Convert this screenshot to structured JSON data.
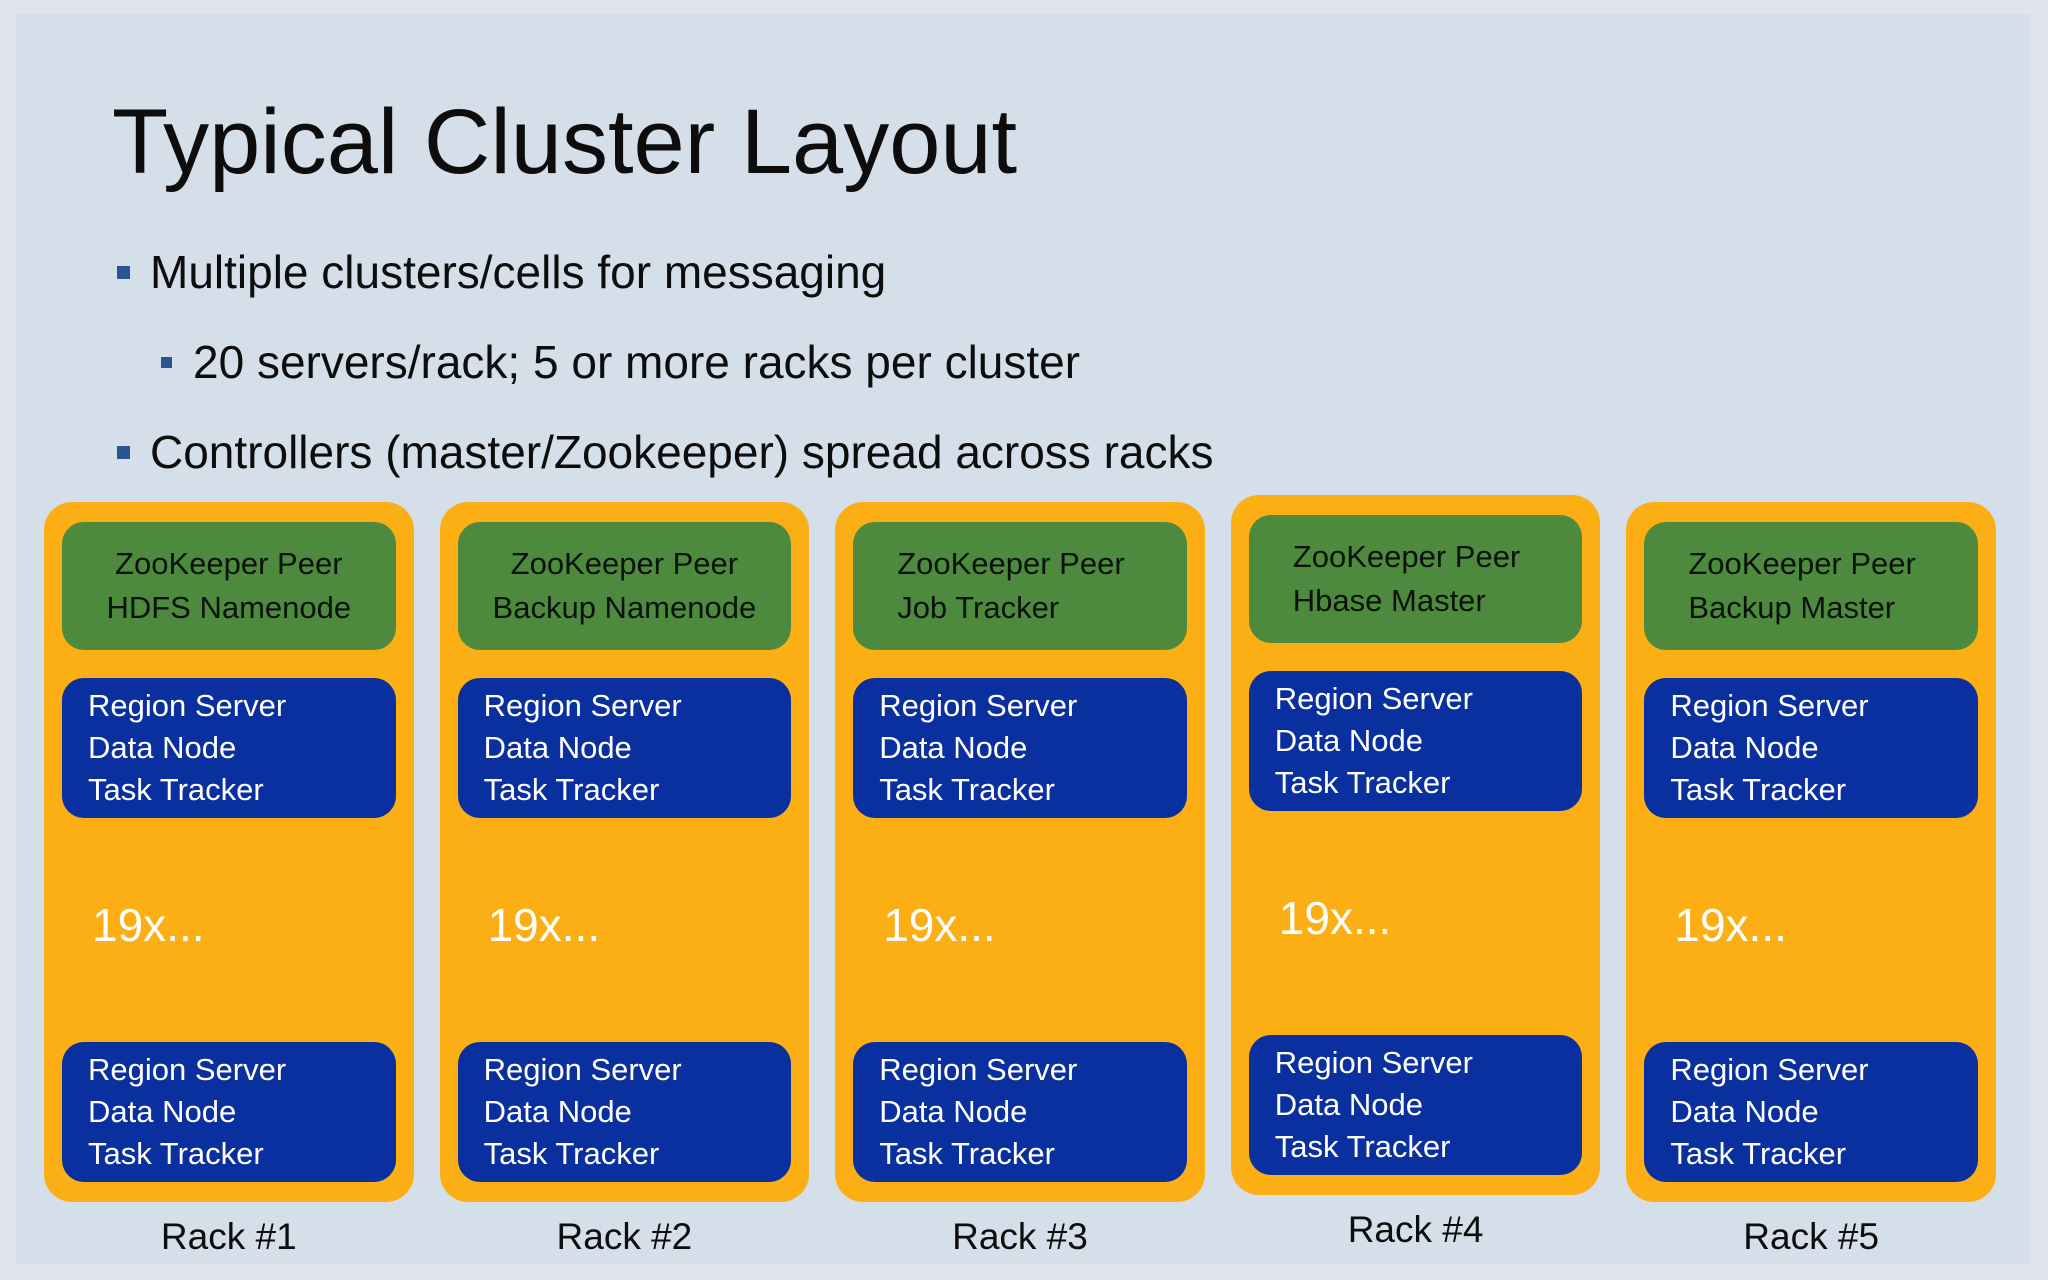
{
  "slide": {
    "title": "Typical Cluster Layout",
    "bullets": [
      {
        "level": 1,
        "text": "Multiple clusters/cells for messaging"
      },
      {
        "level": 2,
        "text": "20 servers/rack; 5 or more racks per cluster"
      },
      {
        "level": 1,
        "text": "Controllers (master/Zookeeper) spread across racks"
      }
    ]
  },
  "diagram": {
    "racks": [
      {
        "label": "Rack #1",
        "controller_lines": [
          "ZooKeeper Peer",
          "HDFS Namenode"
        ],
        "worker_top_lines": [
          "Region Server",
          "Data Node",
          "Task Tracker"
        ],
        "repeat_label": "19x...",
        "worker_bottom_lines": [
          "Region Server",
          "Data Node",
          "Task Tracker"
        ]
      },
      {
        "label": "Rack #2",
        "controller_lines": [
          "ZooKeeper Peer",
          "Backup Namenode"
        ],
        "worker_top_lines": [
          "Region Server",
          "Data Node",
          "Task Tracker"
        ],
        "repeat_label": "19x...",
        "worker_bottom_lines": [
          "Region Server",
          "Data Node",
          "Task Tracker"
        ]
      },
      {
        "label": "Rack #3",
        "controller_lines": [
          "ZooKeeper Peer",
          "Job Tracker"
        ],
        "worker_top_lines": [
          "Region Server",
          "Data Node",
          "Task Tracker"
        ],
        "repeat_label": "19x...",
        "worker_bottom_lines": [
          "Region Server",
          "Data Node",
          "Task Tracker"
        ]
      },
      {
        "label": "Rack #4",
        "controller_lines": [
          "ZooKeeper Peer",
          "Hbase Master"
        ],
        "worker_top_lines": [
          "Region Server",
          "Data Node",
          "Task Tracker"
        ],
        "repeat_label": "19x...",
        "worker_bottom_lines": [
          "Region Server",
          "Data Node",
          "Task Tracker"
        ]
      },
      {
        "label": "Rack #5",
        "controller_lines": [
          "ZooKeeper Peer",
          "Backup Master"
        ],
        "worker_top_lines": [
          "Region Server",
          "Data Node",
          "Task Tracker"
        ],
        "repeat_label": "19x...",
        "worker_bottom_lines": [
          "Region Server",
          "Data Node",
          "Task Tracker"
        ]
      }
    ]
  },
  "colors": {
    "page_border": "#e0e4ee",
    "slide_background": "#d5dfe9",
    "rack_fill": "#fbaf15",
    "controller_fill": "#4d8a3d",
    "worker_fill": "#0a2f9e",
    "text_dark": "#0d0d0d",
    "text_light": "#ffffff",
    "bullet_marker": "#2a5593"
  }
}
